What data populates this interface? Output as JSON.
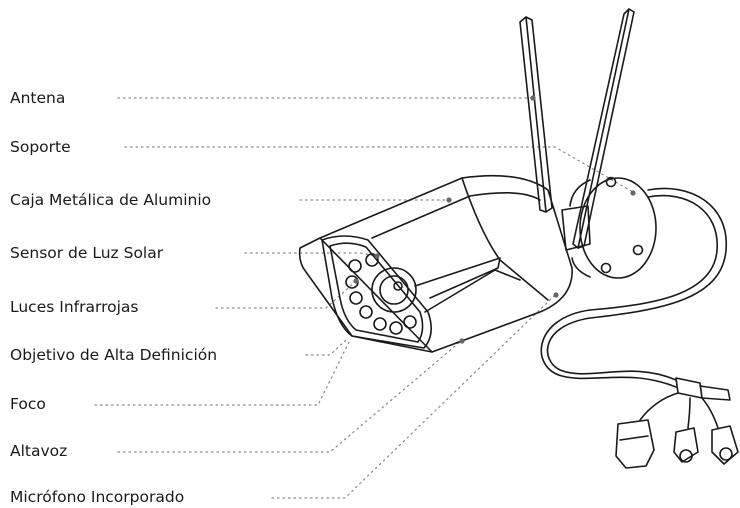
{
  "labels": {
    "antenna": "Antena",
    "mount": "Soporte",
    "housing": "Caja Metálica de Aluminio",
    "light_sensor": "Sensor de Luz Solar",
    "ir_lights": "Luces Infrarrojas",
    "lens": "Objetivo de Alta Definición",
    "spotlight": "Foco",
    "speaker": "Altavoz",
    "microphone": "Micrófono Incorporado"
  },
  "colors": {
    "line": "#1a1a1a",
    "leader": "#888888",
    "dot": "#666666"
  }
}
